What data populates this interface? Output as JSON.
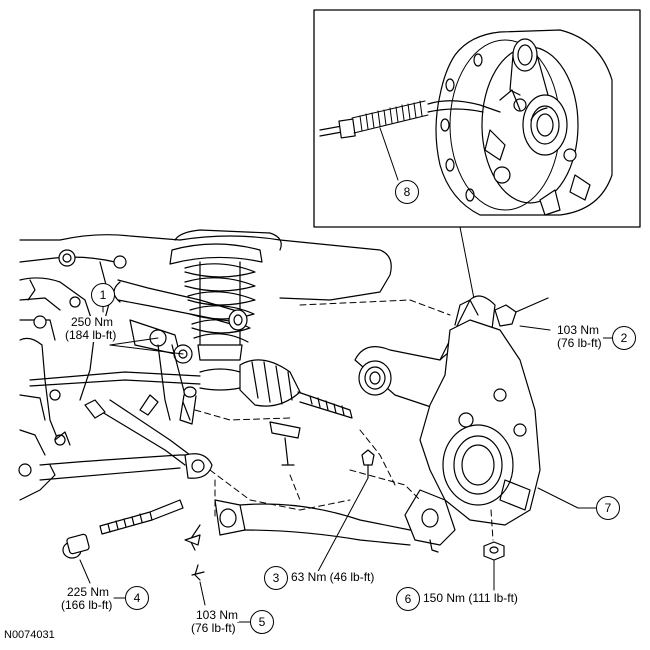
{
  "figure_id": "N0074031",
  "callouts": [
    {
      "number": "1",
      "torque_nm": "250 Nm",
      "torque_lbft": "(184 lb-ft)"
    },
    {
      "number": "2",
      "torque_nm": "103 Nm",
      "torque_lbft": "(76 lb-ft)"
    },
    {
      "number": "3",
      "torque_text": "63 Nm (46 lb-ft)"
    },
    {
      "number": "4",
      "torque_nm": "225 Nm",
      "torque_lbft": "(166 lb-ft)"
    },
    {
      "number": "5",
      "torque_nm": "103 Nm",
      "torque_lbft": "(76 lb-ft)"
    },
    {
      "number": "6",
      "torque_text": "150 Nm (111 lb-ft)"
    },
    {
      "number": "7"
    },
    {
      "number": "8"
    }
  ]
}
